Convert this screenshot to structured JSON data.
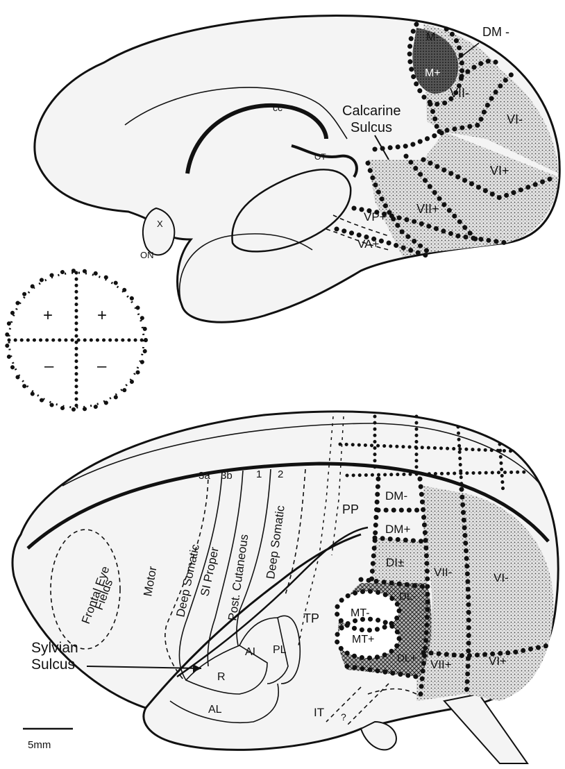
{
  "medial_view": {
    "labels": {
      "m_minus": "M-",
      "dm_minus": "DM -",
      "m_plus": "M+",
      "v2_minus": "VII-",
      "v1_minus": "VI-",
      "cc": "cc",
      "ot": "OT",
      "calcarine_line1": "Calcarine",
      "calcarine_line2": "Sulcus",
      "v1_plus": "VI+",
      "v2_plus": "VII+",
      "vp_plus": "VP+",
      "va_plus": "VA+",
      "x": "X",
      "on": "ON"
    }
  },
  "legend_field": {
    "upper_left": "+",
    "upper_right": "+",
    "lower_left": "–",
    "lower_right": "–"
  },
  "lateral_view": {
    "labels": {
      "area_3a": "3a",
      "area_3b": "3b",
      "area_1": "1",
      "area_2": "2",
      "pp": "PP",
      "dm_minus": "DM-",
      "dm_plus": "DM+",
      "di": "DI±",
      "v2_minus": "VII-",
      "v1_minus": "VI-",
      "frontal_line1": "Frontal Eye",
      "frontal_line2": "Fields",
      "motor": "Motor",
      "deep_somatic": "Deep Somatic",
      "si_proper": "SI Proper",
      "post_cutaneous": "Post. Cutaneous",
      "deep_somatic_2": "Deep Somatic",
      "tp": "TP",
      "mt_minus": "MT-",
      "dl_minus": "DL-",
      "mt_plus": "MT+",
      "dl_plus": "DL+",
      "v2_plus": "VII+",
      "v1_plus": "VI+",
      "ai": "AI",
      "pl": "PL",
      "r": "R",
      "al": "AL",
      "it": "IT",
      "question": "?",
      "sylvian_line1": "Sylvian",
      "sylvian_line2": "Sulcus"
    }
  },
  "scale_bar": {
    "label": "5mm"
  },
  "colors": {
    "ink": "#111111",
    "paper": "#ffffff",
    "shade": "#f4f4f4"
  }
}
